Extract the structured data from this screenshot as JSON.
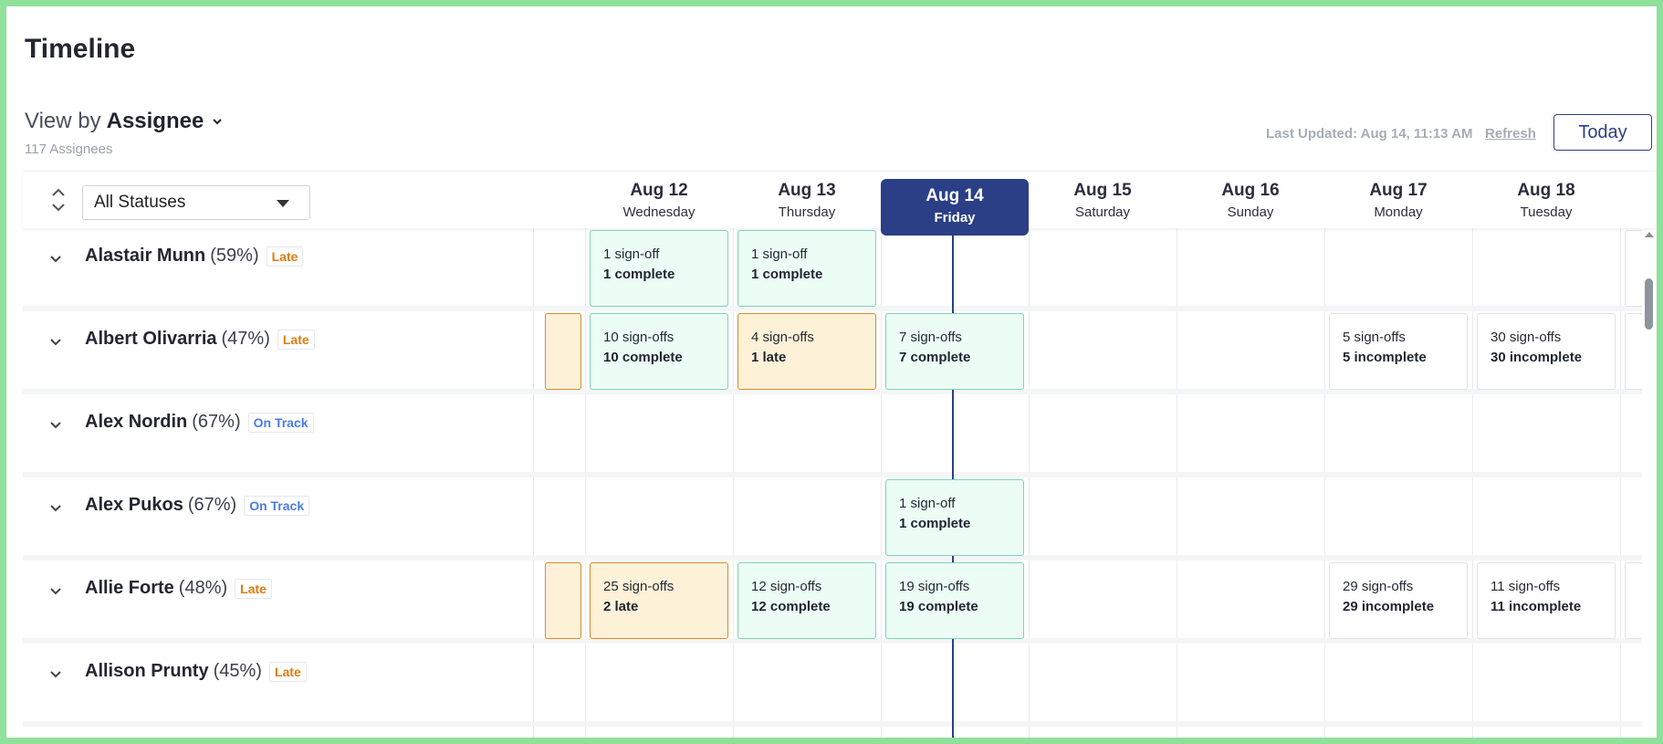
{
  "page": {
    "title": "Timeline"
  },
  "view_by": {
    "prefix": "View by",
    "value": "Assignee",
    "count_label": "117 Assignees"
  },
  "update": {
    "last_updated": "Last Updated: Aug 14, 11:13 AM",
    "refresh_label": "Refresh",
    "today_label": "Today"
  },
  "filter": {
    "status_value": "All Statuses"
  },
  "days": [
    {
      "date": "Aug 12",
      "weekday": "Wednesday"
    },
    {
      "date": "Aug 13",
      "weekday": "Thursday"
    },
    {
      "date": "Aug 14",
      "weekday": "Friday",
      "active": true
    },
    {
      "date": "Aug 15",
      "weekday": "Saturday"
    },
    {
      "date": "Aug 16",
      "weekday": "Sunday"
    },
    {
      "date": "Aug 17",
      "weekday": "Monday"
    },
    {
      "date": "Aug 18",
      "weekday": "Tuesday"
    }
  ],
  "assignees": [
    {
      "name": "Alastair Munn",
      "pct": "(59%)",
      "status": "Late"
    },
    {
      "name": "Albert Olivarria",
      "pct": "(47%)",
      "status": "Late"
    },
    {
      "name": "Alex Nordin",
      "pct": "(67%)",
      "status": "On Track"
    },
    {
      "name": "Alex Pukos",
      "pct": "(67%)",
      "status": "On Track"
    },
    {
      "name": "Allie Forte",
      "pct": "(48%)",
      "status": "Late"
    },
    {
      "name": "Allison Prunty",
      "pct": "(45%)",
      "status": "Late"
    }
  ],
  "cards": {
    "r0d0": {
      "line1": "1 sign-off",
      "line2": "1 complete"
    },
    "r0d1": {
      "line1": "1 sign-off",
      "line2": "1 complete"
    },
    "r1d0": {
      "line1": "10 sign-offs",
      "line2": "10 complete"
    },
    "r1d1": {
      "line1": "4 sign-offs",
      "line2": "1 late"
    },
    "r1d2": {
      "line1": "7 sign-offs",
      "line2": "7 complete"
    },
    "r1d5": {
      "line1": "5 sign-offs",
      "line2": "5 incomplete"
    },
    "r1d6": {
      "line1": "30 sign-offs",
      "line2": "30 incomplete"
    },
    "r3d2": {
      "line1": "1 sign-off",
      "line2": "1 complete"
    },
    "r4d0": {
      "line1": "25 sign-offs",
      "line2": "2 late"
    },
    "r4d1": {
      "line1": "12 sign-offs",
      "line2": "12 complete"
    },
    "r4d2": {
      "line1": "19 sign-offs",
      "line2": "19 complete"
    },
    "r4d5": {
      "line1": "29 sign-offs",
      "line2": "29 incomplete"
    },
    "r4d6": {
      "line1": "11 sign-offs",
      "line2": "11 incomplete"
    }
  },
  "colors": {
    "accent": "#2b3f86",
    "late": "#e07b10",
    "on_track": "#4a7be0",
    "complete_bg": "#ebfdf5",
    "late_bg": "#fdf1d8"
  }
}
